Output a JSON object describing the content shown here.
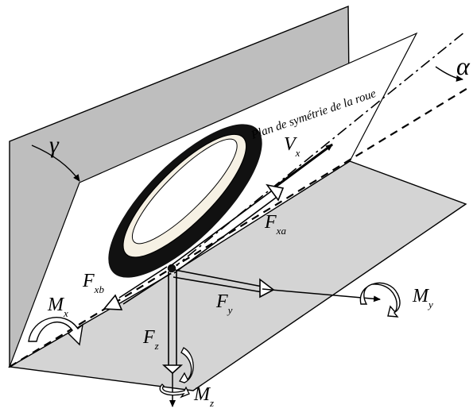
{
  "labels": {
    "plane_caption": "Plan de symétrie de la roue",
    "gamma": "γ",
    "alpha": "α",
    "vx": {
      "main": "V",
      "sub": "x"
    },
    "fxa": {
      "main": "F",
      "sub": "xa"
    },
    "fxb": {
      "main": "F",
      "sub": "xb"
    },
    "fy": {
      "main": "F",
      "sub": "y"
    },
    "fz": {
      "main": "F",
      "sub": "z"
    },
    "mx": {
      "main": "M",
      "sub": "x"
    },
    "my": {
      "main": "M",
      "sub": "y"
    },
    "mz": {
      "main": "M",
      "sub": "z"
    }
  },
  "colors": {
    "wall_grey": "#bfbfbf",
    "ground_grey": "#d4d4d4",
    "tire_black": "#111111",
    "rim_cream": "#f6f1e4",
    "outline": "#000000"
  }
}
